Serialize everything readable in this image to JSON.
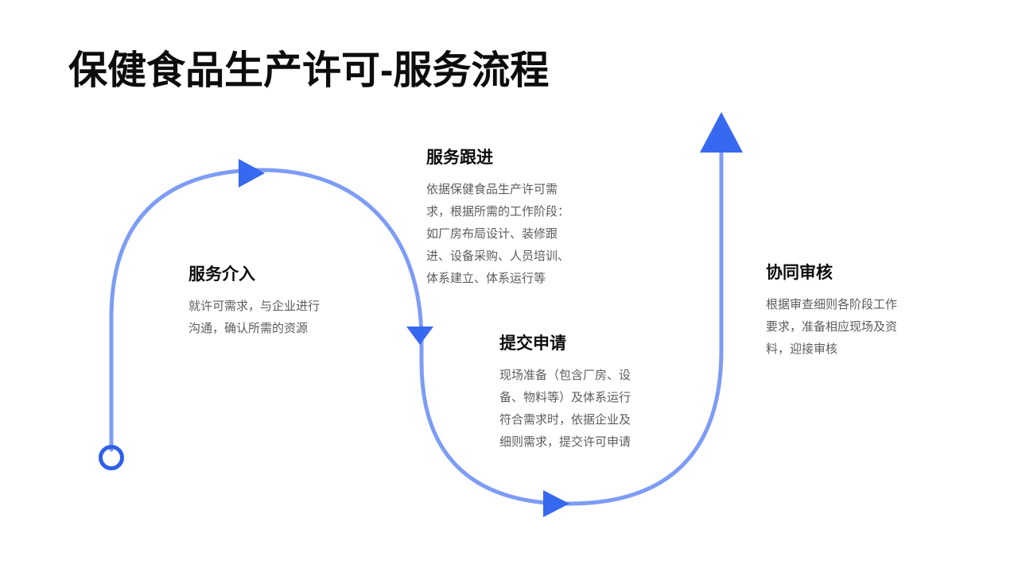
{
  "slide": {
    "title": "保健食品生产许可-服务流程",
    "background_color": "#ffffff"
  },
  "theme": {
    "line_color": "#7d9cf5",
    "arrow_color": "#3768f0",
    "marker_color": "#2f5fe8",
    "title_color": "#0d0d0d",
    "body_color": "#5c5c5c"
  },
  "flow": {
    "start_marker": "start-circle",
    "arrows": [
      {
        "name": "arrow-to-step-1",
        "direction": "right"
      },
      {
        "name": "arrow-to-step-2",
        "direction": "down"
      },
      {
        "name": "arrow-to-step-3",
        "direction": "right"
      },
      {
        "name": "arrow-to-step-4",
        "direction": "up"
      }
    ]
  },
  "steps": [
    {
      "id": "step-1",
      "title": "服务介入",
      "body": "就许可需求，与企业进行\n沟通，确认所需的资源"
    },
    {
      "id": "step-2",
      "title": "服务跟进",
      "body": "依据保健食品生产许可需\n求，根据所需的工作阶段：\n如厂房布局设计、装修跟\n进、设备采购、人员培训、\n体系建立、体系运行等"
    },
    {
      "id": "step-3",
      "title": "提交申请",
      "body": "现场准备（包含厂房、设\n备、物料等）及体系运行\n符合需求时，依据企业及\n细则需求，提交许可申请"
    },
    {
      "id": "step-4",
      "title": "协同审核",
      "body": "根据审查细则各阶段工作\n要求，准备相应现场及资\n料，迎接审核"
    }
  ]
}
